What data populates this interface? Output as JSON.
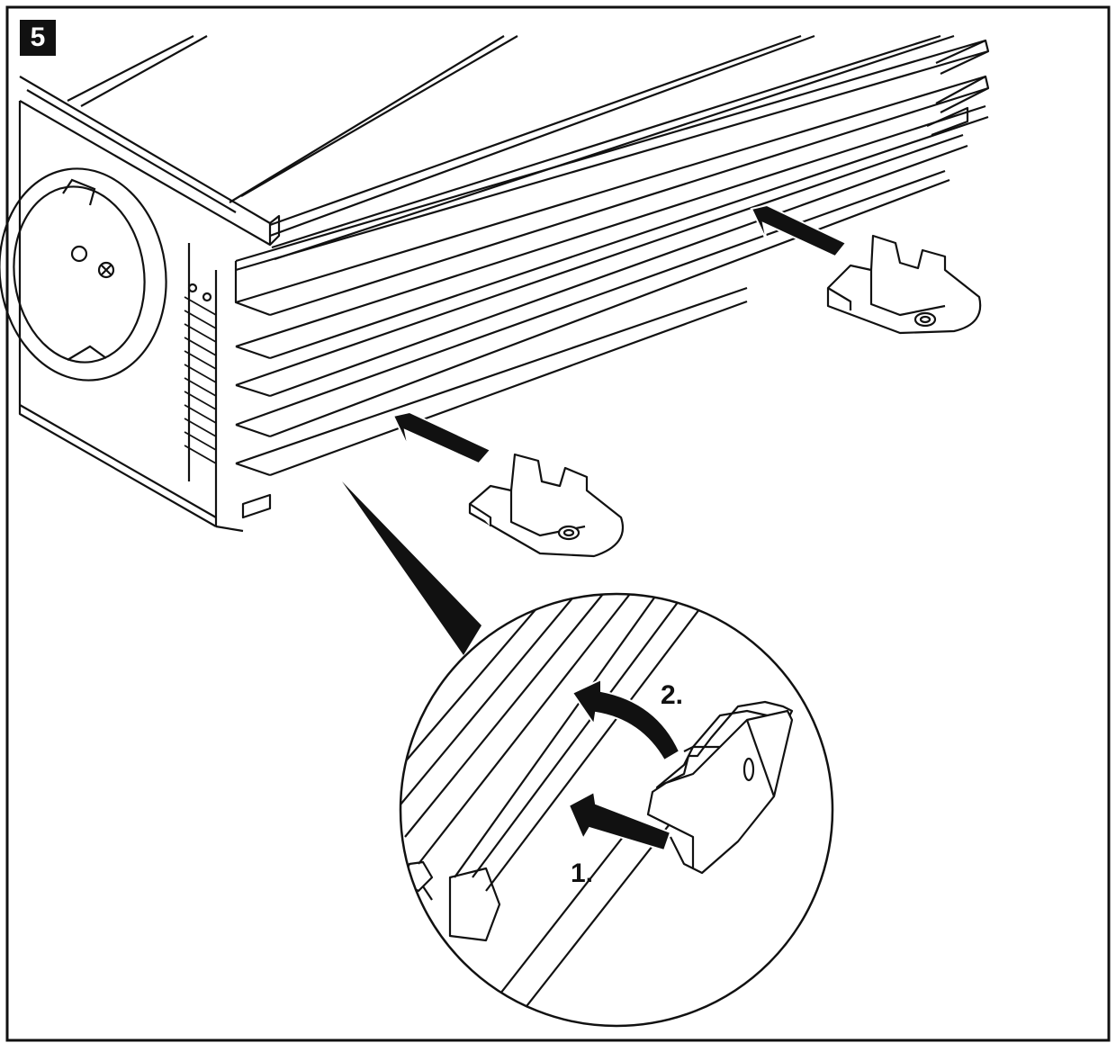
{
  "figure": {
    "step_number": "5",
    "detail_steps": [
      "1.",
      "2."
    ]
  },
  "colors": {
    "line": "#111111",
    "background": "#ffffff",
    "arrow_fill": "#111111"
  }
}
